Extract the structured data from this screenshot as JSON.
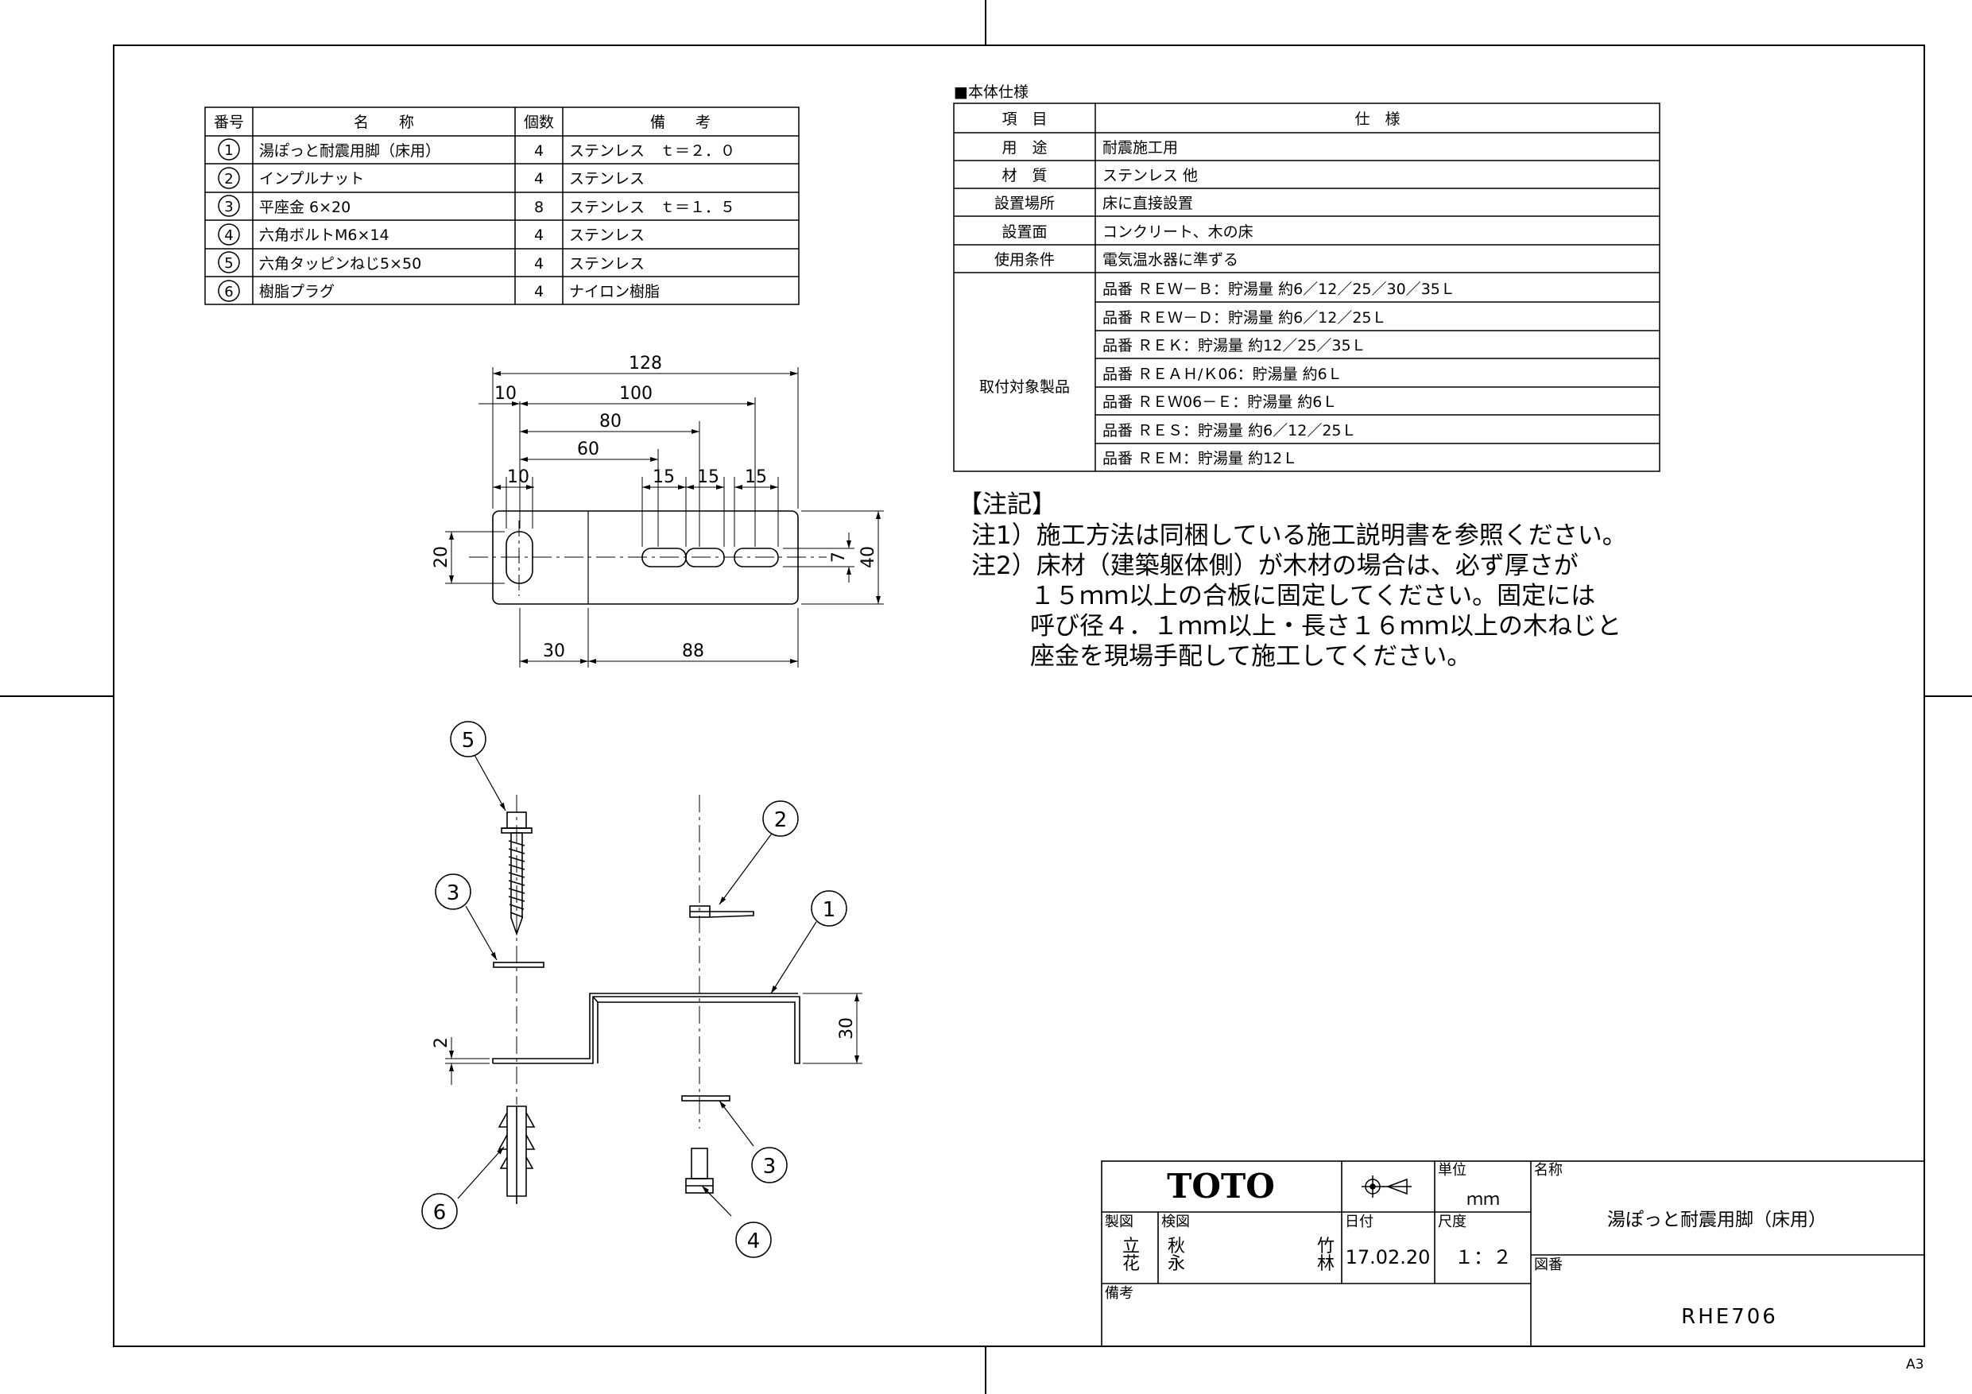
{
  "parts_table": {
    "headers": [
      "番号",
      "名　　称",
      "個数",
      "備　　考"
    ],
    "rows": [
      {
        "no": "1",
        "name": "湯ぽっと耐震用脚（床用）",
        "qty": "4",
        "note": "ステンレス　ｔ＝２．０"
      },
      {
        "no": "2",
        "name": "インプルナット",
        "qty": "4",
        "note": "ステンレス"
      },
      {
        "no": "3",
        "name": "平座金 6×20",
        "qty": "8",
        "note": "ステンレス　ｔ＝１．５"
      },
      {
        "no": "4",
        "name": "六角ボルトM6×14",
        "qty": "4",
        "note": "ステンレス"
      },
      {
        "no": "5",
        "name": "六角タッピンねじ5×50",
        "qty": "4",
        "note": "ステンレス"
      },
      {
        "no": "6",
        "name": "樹脂プラグ",
        "qty": "4",
        "note": "ナイロン樹脂"
      }
    ]
  },
  "spec": {
    "section_title": "■本体仕様",
    "header_item": "項　目",
    "header_spec": "仕　様",
    "rows": [
      {
        "item": "用　途",
        "value": "耐震施工用"
      },
      {
        "item": "材　質",
        "value": "ステンレス 他"
      },
      {
        "item": "設置場所",
        "value": "床に直接設置"
      },
      {
        "item": "設置面",
        "value": "コンクリート、木の床"
      },
      {
        "item": "使用条件",
        "value": "電気温水器に準ずる"
      }
    ],
    "products_label": "取付対象製品",
    "products": [
      "品番 ＲＥＷ－Ｂ：貯湯量 約6／12／25／30／35Ｌ",
      "品番 ＲＥＷ－Ｄ：貯湯量 約6／12／25Ｌ",
      "品番 ＲＥＫ：貯湯量 約12／25／35Ｌ",
      "品番 ＲＥＡＨ/Ｋ06：貯湯量 約6Ｌ",
      "品番 ＲＥＷ06－Ｅ：貯湯量 約6Ｌ",
      "品番 ＲＥＳ：貯湯量 約6／12／25Ｌ",
      "品番 ＲＥＭ：貯湯量 約12Ｌ"
    ]
  },
  "notes": {
    "title": "【注記】",
    "lines": [
      "注1）施工方法は同梱している施工説明書を参照ください。",
      "注2）床材（建築躯体側）が木材の場合は、必ず厚さが",
      "１５ｍｍ以上の合板に固定してください。固定には",
      "呼び径４．１ｍｍ以上・長さ１６ｍｍ以上の木ねじと",
      "座金を現場手配して施工してください。"
    ]
  },
  "plan_dims": {
    "overall": "128",
    "d10a": "10",
    "d100": "100",
    "d80": "80",
    "d60": "60",
    "d10b": "10",
    "d15a": "15",
    "d15b": "15",
    "d15c": "15",
    "d20": "20",
    "d7": "7",
    "d40": "40",
    "d30": "30",
    "d88": "88"
  },
  "side_dims": {
    "thickness": "2",
    "height": "30"
  },
  "callouts": [
    "5",
    "3",
    "2",
    "1",
    "3",
    "4",
    "6"
  ],
  "title_block": {
    "brand": "TOTO",
    "unit_label": "単位",
    "unit_value": "ｍｍ",
    "name_label": "名称",
    "name_value": "湯ぽっと耐震用脚（床用）",
    "drawn_label": "製図",
    "drawn_by": [
      "立",
      "花"
    ],
    "checked_label": "検図",
    "checked_by_1": [
      "秋",
      "永"
    ],
    "checked_by_2": [
      "竹",
      "林"
    ],
    "date_label": "日付",
    "date_value": "17.02.20",
    "scale_label": "尺度",
    "scale_value": "１：２",
    "drawing_no_label": "図番",
    "drawing_no_value": "RHE706",
    "remarks_label": "備考"
  },
  "sheet_size": "A3"
}
